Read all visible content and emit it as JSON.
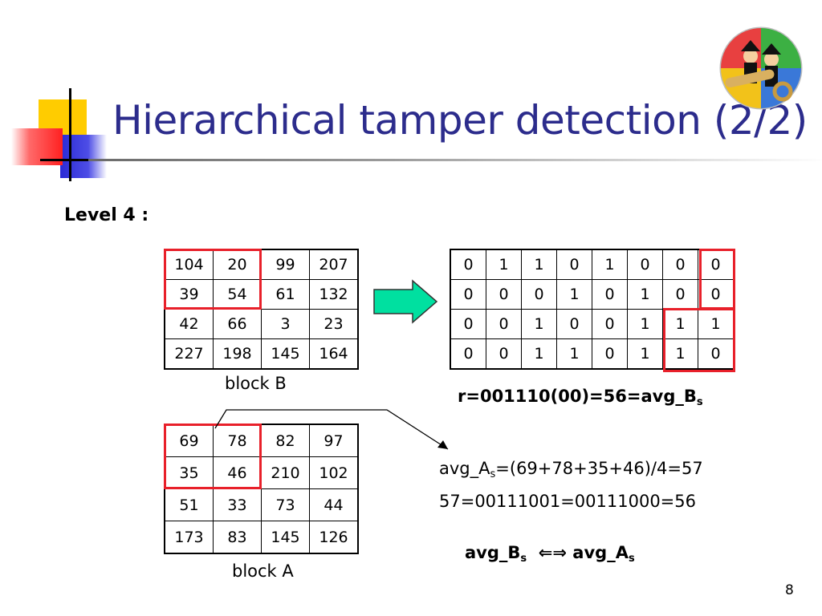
{
  "slide": {
    "title": "Hierarchical tamper detection (2/2)",
    "level_label": "Level 4 :",
    "page_number": "8"
  },
  "block_b": {
    "caption": "block B",
    "rows": [
      [
        "104",
        "20",
        "99",
        "207"
      ],
      [
        "39",
        "54",
        "61",
        "132"
      ],
      [
        "42",
        "66",
        "3",
        "23"
      ],
      [
        "227",
        "198",
        "145",
        "164"
      ]
    ]
  },
  "block_a": {
    "caption": "block A",
    "rows": [
      [
        "69",
        "78",
        "82",
        "97"
      ],
      [
        "35",
        "46",
        "210",
        "102"
      ],
      [
        "51",
        "33",
        "73",
        "44"
      ],
      [
        "173",
        "83",
        "145",
        "126"
      ]
    ]
  },
  "bits": {
    "rows": [
      [
        "0",
        "1",
        "1",
        "0",
        "1",
        "0",
        "0",
        "0"
      ],
      [
        "0",
        "0",
        "0",
        "1",
        "0",
        "1",
        "0",
        "0"
      ],
      [
        "0",
        "0",
        "1",
        "0",
        "0",
        "1",
        "1",
        "1"
      ],
      [
        "0",
        "0",
        "1",
        "1",
        "0",
        "1",
        "1",
        "0"
      ]
    ]
  },
  "equations": {
    "r_main": "r=001110(00)=56=avg_B",
    "r_sub": "s",
    "avg_a_prefix": "avg_A",
    "avg_a_sub": "s",
    "avg_a_rest": "=(69+78+35+46)/4=57",
    "binary_line": "57=00111001=00111000=56",
    "compare_left": "avg_B",
    "compare_left_sub": "s",
    "compare_arrows": "⇐⇒",
    "compare_right": "avg_A",
    "compare_right_sub": "s"
  },
  "colors": {
    "title": "#2c2c8c",
    "highlight_box": "#e8202a",
    "arrow_fill": "#00e0a0"
  },
  "icons": {
    "arrow": "right-arrow-icon",
    "logo": "logo-icon"
  }
}
